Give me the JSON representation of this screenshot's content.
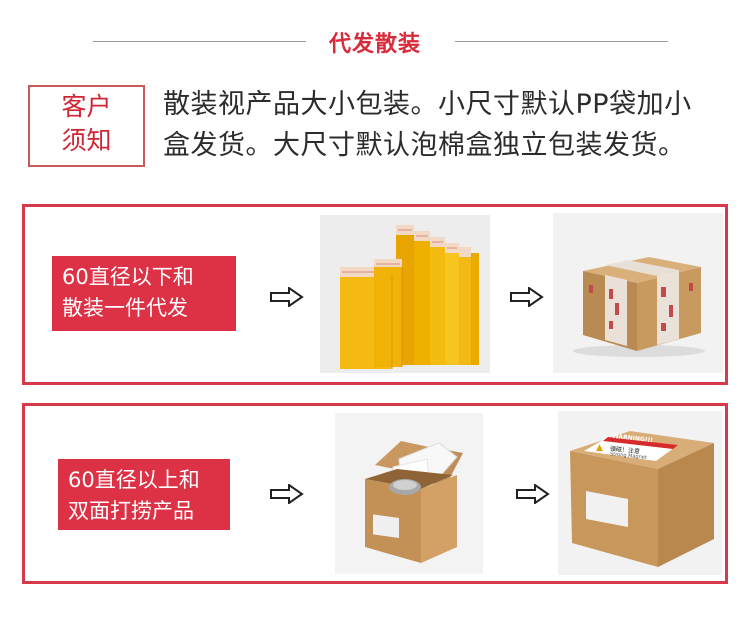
{
  "header": {
    "title": "代发散装"
  },
  "notice": {
    "label_line1": "客户",
    "label_line2": "须知",
    "text_line1": "散装视产品大小包装。小尺寸默认PP袋加小",
    "text_line2": "盒发货。大尺寸默认泡棉盒独立包装发货。"
  },
  "rows": [
    {
      "tag_line1": "60直径以下和",
      "tag_line2": "散装一件代发"
    },
    {
      "tag_line1": "60直径以上和",
      "tag_line2": "双面打捞产品"
    }
  ],
  "warning_label": {
    "heading": "WARNING!!!",
    "chinese": "强磁！注意",
    "english": "Strong Magnet"
  },
  "colors": {
    "accent": "#d92b3a",
    "tag_bg": "#dd3145",
    "kraft": "#c89a5e"
  }
}
